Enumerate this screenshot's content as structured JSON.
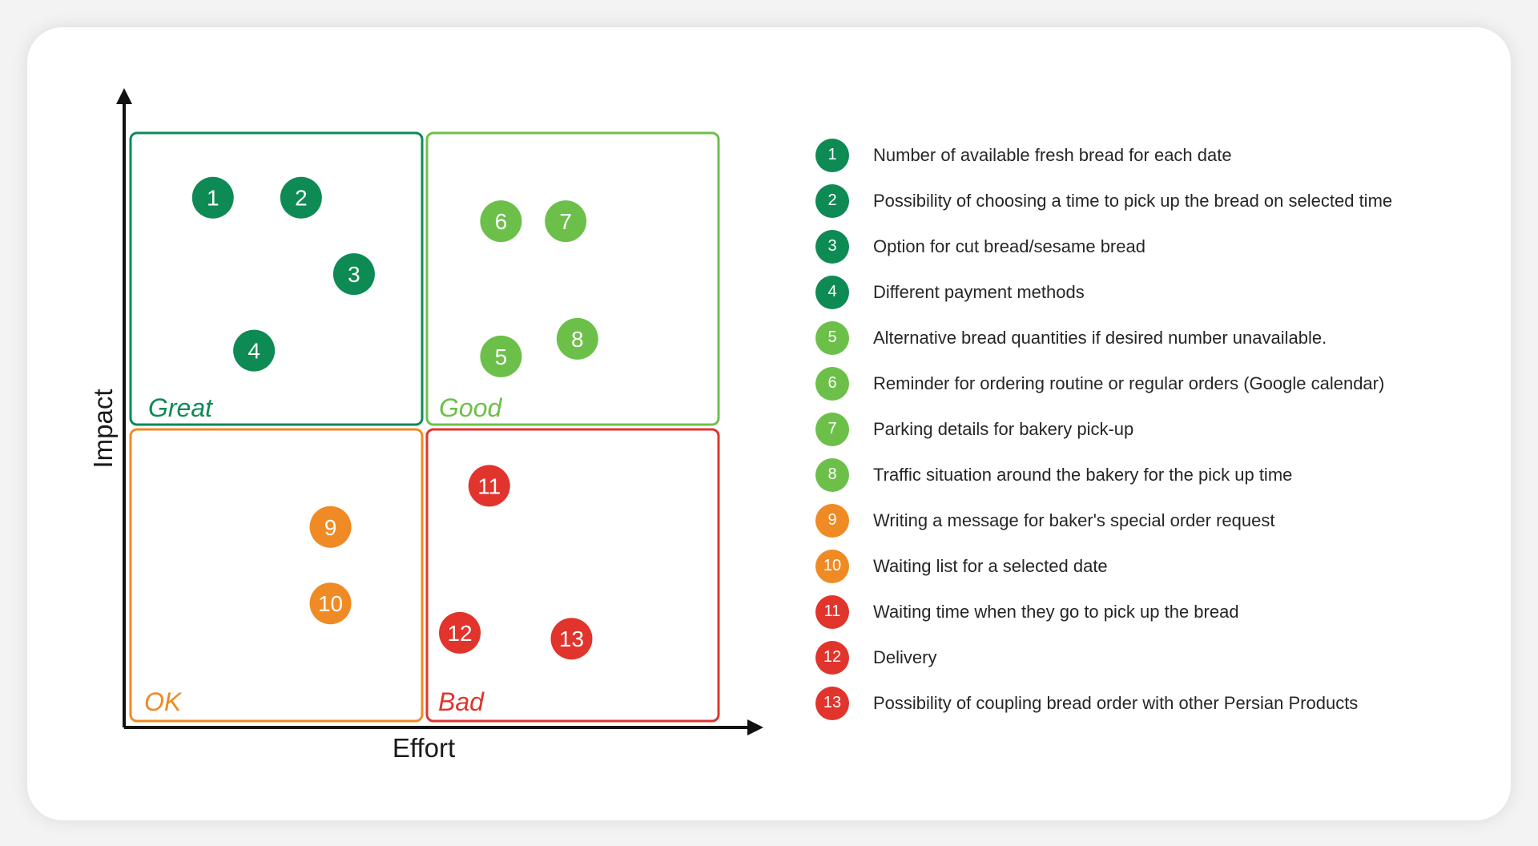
{
  "colors": {
    "great": "#0e8a55",
    "good": "#6cc04a",
    "ok": "#f08a24",
    "bad": "#e0342c",
    "axis": "#111111"
  },
  "axes": {
    "x_label": "Effort",
    "y_label": "Impact"
  },
  "quadrants": {
    "great": {
      "label": "Great"
    },
    "good": {
      "label": "Good"
    },
    "ok": {
      "label": "OK"
    },
    "bad": {
      "label": "Bad"
    }
  },
  "chart_data": {
    "type": "scatter",
    "xlabel": "Effort",
    "ylabel": "Impact",
    "quadrants": [
      "Great",
      "Good",
      "OK",
      "Bad"
    ],
    "points": [
      {
        "id": "1",
        "quadrant": "great",
        "effort": 0.14,
        "impact": 0.89
      },
      {
        "id": "2",
        "quadrant": "great",
        "effort": 0.29,
        "impact": 0.89
      },
      {
        "id": "3",
        "quadrant": "great",
        "effort": 0.38,
        "impact": 0.76
      },
      {
        "id": "4",
        "quadrant": "great",
        "effort": 0.21,
        "impact": 0.63
      },
      {
        "id": "5",
        "quadrant": "good",
        "effort": 0.63,
        "impact": 0.62
      },
      {
        "id": "6",
        "quadrant": "good",
        "effort": 0.63,
        "impact": 0.85
      },
      {
        "id": "7",
        "quadrant": "good",
        "effort": 0.74,
        "impact": 0.85
      },
      {
        "id": "8",
        "quadrant": "good",
        "effort": 0.76,
        "impact": 0.65
      },
      {
        "id": "9",
        "quadrant": "ok",
        "effort": 0.34,
        "impact": 0.33
      },
      {
        "id": "10",
        "quadrant": "ok",
        "effort": 0.34,
        "impact": 0.2
      },
      {
        "id": "11",
        "quadrant": "bad",
        "effort": 0.61,
        "impact": 0.4
      },
      {
        "id": "12",
        "quadrant": "bad",
        "effort": 0.56,
        "impact": 0.15
      },
      {
        "id": "13",
        "quadrant": "bad",
        "effort": 0.75,
        "impact": 0.14
      }
    ]
  },
  "legend": [
    {
      "num": "1",
      "quadrant": "great",
      "text": "Number of available fresh bread for each date"
    },
    {
      "num": "2",
      "quadrant": "great",
      "text": "Possibility of choosing a time to pick up the bread on selected time"
    },
    {
      "num": "3",
      "quadrant": "great",
      "text": "Option for cut bread/sesame bread"
    },
    {
      "num": "4",
      "quadrant": "great",
      "text": "Different payment methods"
    },
    {
      "num": "5",
      "quadrant": "good",
      "text": "Alternative bread quantities if desired number unavailable."
    },
    {
      "num": "6",
      "quadrant": "good",
      "text": "Reminder for ordering routine or regular orders (Google calendar)"
    },
    {
      "num": "7",
      "quadrant": "good",
      "text": "Parking details for bakery pick-up"
    },
    {
      "num": "8",
      "quadrant": "good",
      "text": "Traffic situation around the bakery for the pick up time"
    },
    {
      "num": "9",
      "quadrant": "ok",
      "text": "Writing a message for baker's special order request"
    },
    {
      "num": "10",
      "quadrant": "ok",
      "text": "Waiting list for a selected date"
    },
    {
      "num": "11",
      "quadrant": "bad",
      "text": "Waiting time when they go to pick up the bread"
    },
    {
      "num": "12",
      "quadrant": "bad",
      "text": "Delivery"
    },
    {
      "num": "13",
      "quadrant": "bad",
      "text": "Possibility of coupling bread order with other Persian Products"
    }
  ]
}
